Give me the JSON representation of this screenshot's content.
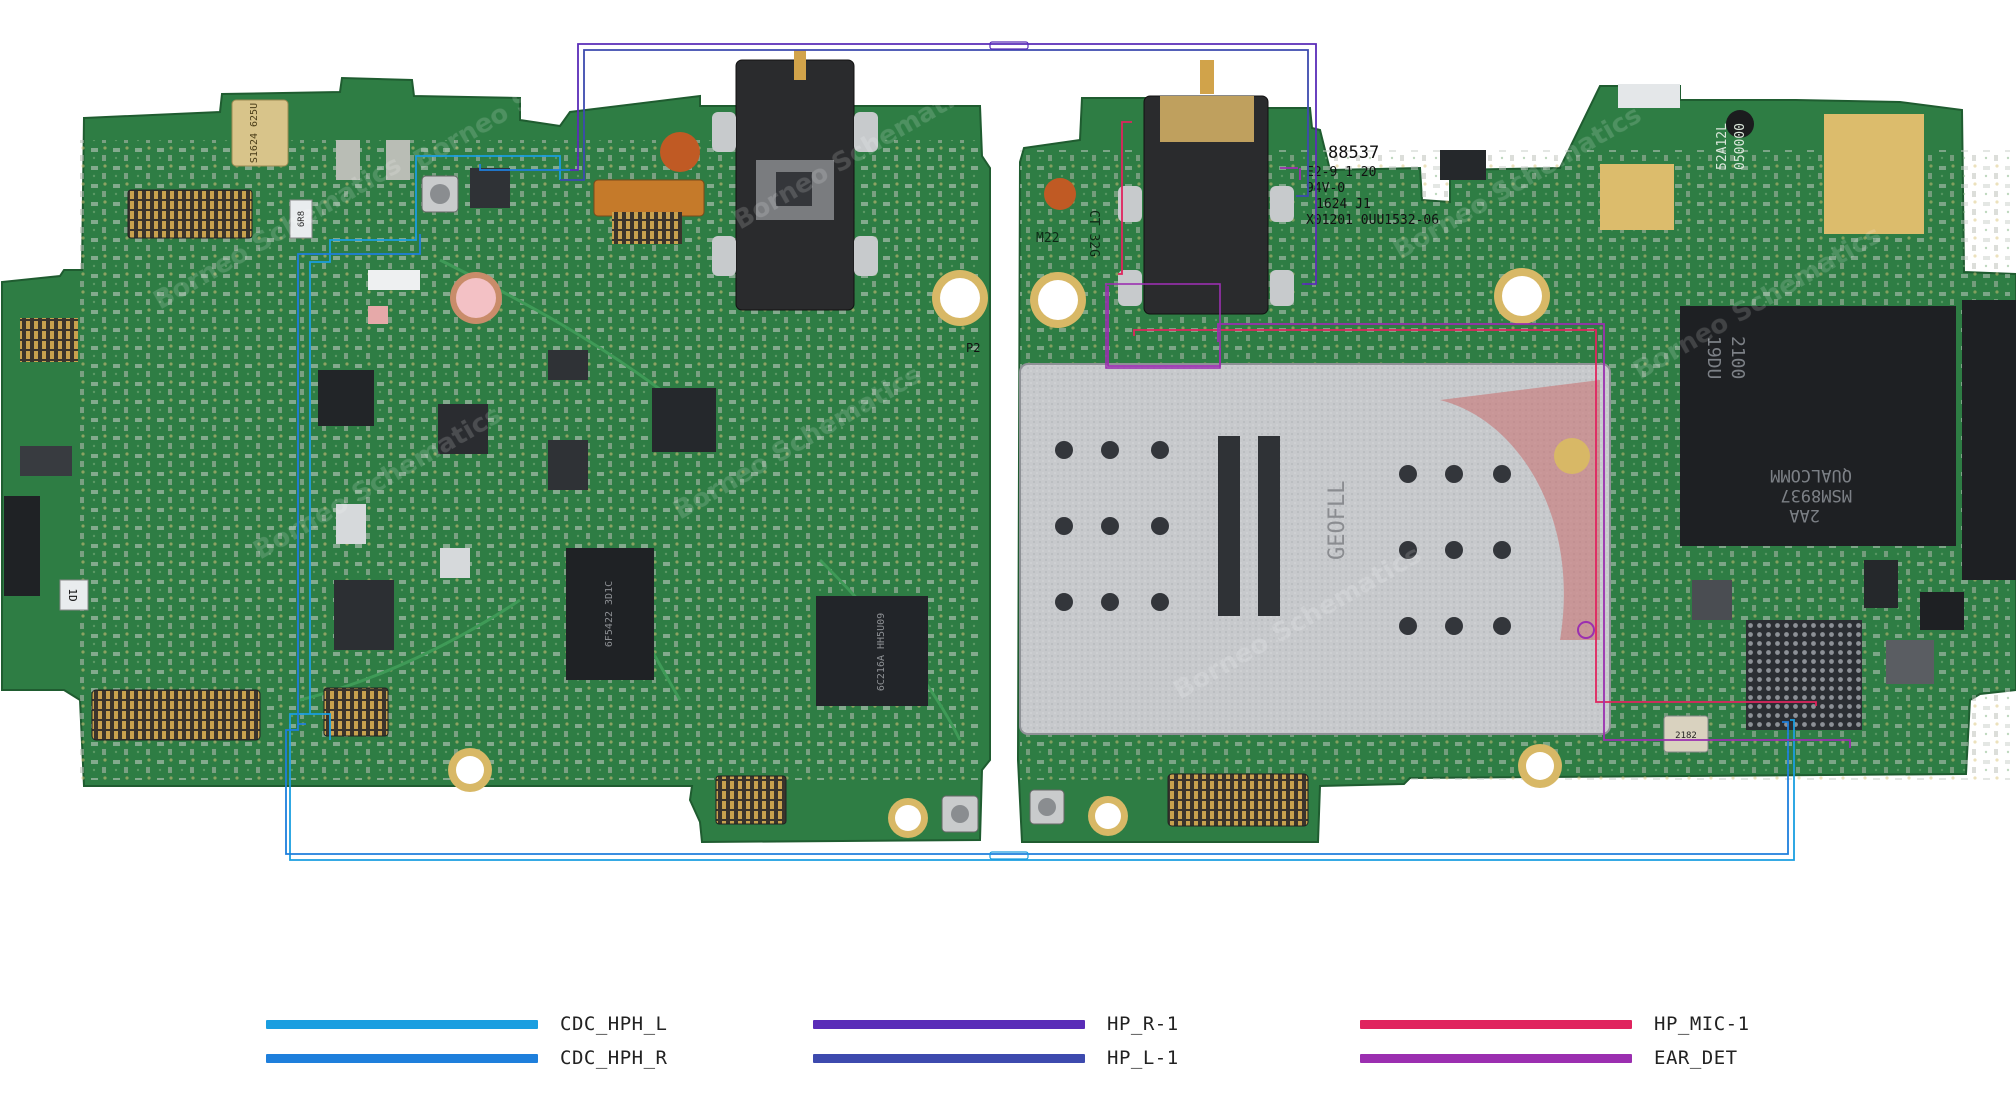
{
  "diagram": {
    "board_text": {
      "crystal": "S1624 625U",
      "left_ref": "6R8",
      "left_mark": "1D",
      "chip_a": "6F5422 3D1C",
      "chip_b": "6C216A HH5U09",
      "pad_label": "P2",
      "right_marks": [
        "CT 32G",
        "M22"
      ],
      "jack_id": "88537",
      "jack_lines": [
        "E2-9 1 20",
        "94V-0",
        "1624 J1",
        "X01201 0UU1532-06"
      ],
      "sim_id": "GEOFLL",
      "cpu_lines": [
        "QUALCOMM",
        "MSM8937",
        "2AA"
      ],
      "mem_lines": [
        "19DU",
        "2100"
      ],
      "cap_lines": [
        "52A12L",
        "050000"
      ],
      "osc": "2182",
      "watermark": "Borneo Schematics"
    },
    "legend": [
      {
        "name": "CDC_HPH_L",
        "color": "#1a9ee0"
      },
      {
        "name": "CDC_HPH_R",
        "color": "#1e7fdc"
      },
      {
        "name": "HP_R-1",
        "color": "#5a2cb8"
      },
      {
        "name": "HP_L-1",
        "color": "#3d4aae"
      },
      {
        "name": "HP_MIC-1",
        "color": "#e0245e"
      },
      {
        "name": "EAR_DET",
        "color": "#9b2fb0"
      }
    ]
  }
}
